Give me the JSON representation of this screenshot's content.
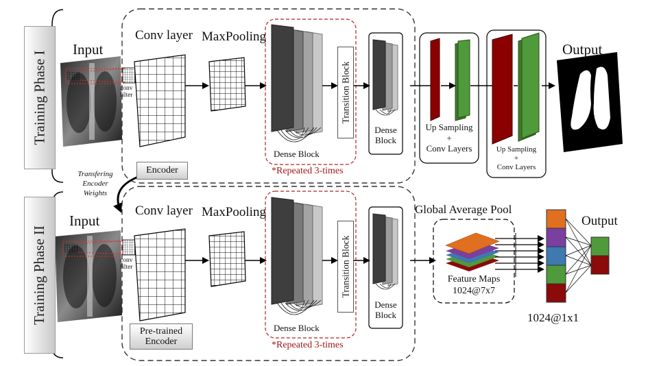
{
  "phase1": {
    "phase_label": "Training Phase I",
    "input_label": "Input",
    "conv_filter_label": "conv\nfilter",
    "conv_layer_label": "Conv layer",
    "maxpool_label": "MaxPooling",
    "dense_block_label": "Dense Block",
    "repeated_label": "*Repeated 3-times",
    "transition_label": "Transition Block",
    "dense_block2_label": "Dense\nBlock",
    "upsampling1_label": "Up Sampling\n+\nConv Layers",
    "upsampling2_label": "Up Sampling\n+\nConv Layers",
    "output_label": "Output",
    "encoder_label": "Encoder"
  },
  "transfer": {
    "label": "Transfering\nEncoder\nWeights"
  },
  "phase2": {
    "phase_label": "Training Phase II",
    "input_label": "Input",
    "conv_filter_label": "conv\nfilter",
    "conv_layer_label": "Conv layer",
    "maxpool_label": "MaxPooling",
    "dense_block_label": "Dense Block",
    "repeated_label": "*Repeated 3-times",
    "transition_label": "Transition Block",
    "dense_block2_label": "Dense\nBlock",
    "gap_label": "Global Average Pool",
    "feature_maps_label": "Feature Maps\n1024@7x7",
    "vector_label": "1024@1x1",
    "output_label": "Output",
    "pretrained_label": "Pre-trained\nEncoder"
  },
  "colors": {
    "repeat_border": "#b22222",
    "upsample_red": "#8b0000",
    "upsample_green": "#4a8c35",
    "feature_orange": "#e07020",
    "feature_purple": "#7b3fa0",
    "feature_blue": "#3e79b0",
    "feature_green": "#4f9a3a",
    "feature_red": "#8b0a0a"
  }
}
